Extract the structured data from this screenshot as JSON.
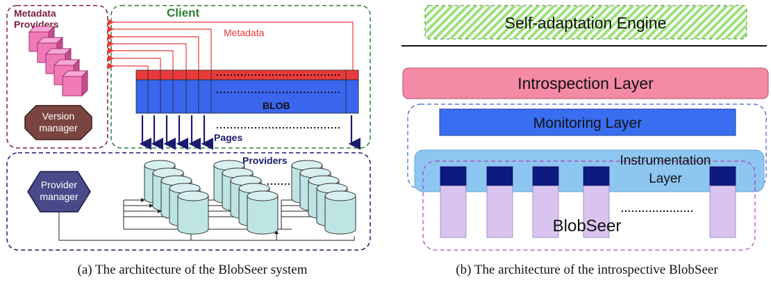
{
  "figure_a": {
    "metadata_providers_label": "Metadata\nProviders",
    "client_label": "Client",
    "metadata_label": "Metadata",
    "blob_label": "BLOB",
    "pages_label": "Pages",
    "providers_label": "Providers",
    "version_manager_label": "Version\nmanager",
    "provider_manager_label": "Provider\nmanager",
    "caption": "(a)  The architecture of the BlobSeer system"
  },
  "figure_b": {
    "engine_label": "Self-adaptation Engine",
    "introspection_label": "Introspection Layer",
    "monitoring_label": "Monitoring Layer",
    "instrumentation_label": "Instrumentation\nLayer",
    "blobseer_label": "BlobSeer",
    "caption": "(b)  The architecture of the introspective BlobSeer"
  },
  "colors": {
    "metadata_red": "#e83a3a",
    "blob_blue": "#3a66ee",
    "client_green": "#2e7d32",
    "providers_navy": "#1a1a6e",
    "cube_pink": "#f07ab8",
    "cylinder_teal": "#bfe4e4",
    "engine_green": "#9be27a",
    "introspection_pink": "#f48aa6",
    "monitoring_blue": "#3a6ef0",
    "instrumentation_blue": "#8ec6f2",
    "blobseer_lavender": "#d9c4ef",
    "blobseer_navy": "#0e1a80"
  }
}
